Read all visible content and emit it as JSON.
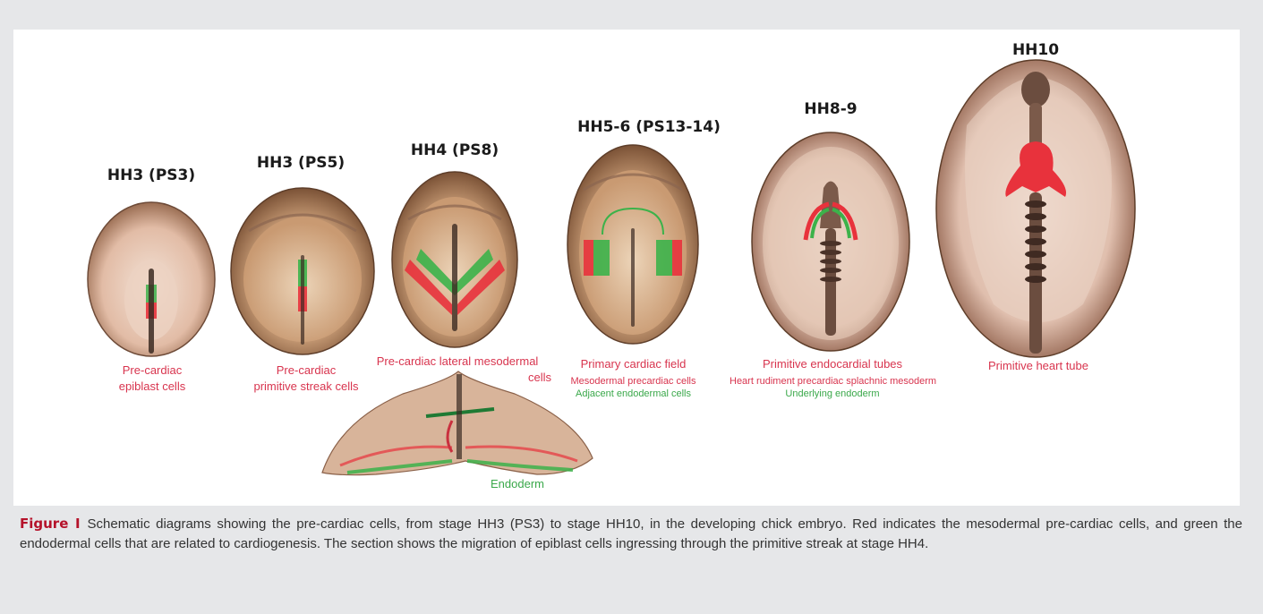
{
  "stages": [
    {
      "title": "HH3 (PS3)",
      "labels": [
        "Pre-cardiac",
        "epiblast cells"
      ]
    },
    {
      "title": "HH3 (PS5)",
      "labels": [
        "Pre-cardiac",
        "primitive streak cells"
      ]
    },
    {
      "title": "HH4 (PS8)",
      "labels": [
        "Pre-cardiac lateral mesodermal",
        "cells"
      ]
    },
    {
      "title": "HH5-6 (PS13-14)",
      "labels": [
        "Primary cardiac field"
      ],
      "sub_red": "Mesodermal precardiac cells",
      "sub_green": "Adjacent endodermal cells"
    },
    {
      "title": "HH8-9",
      "labels": [
        "Primitive endocardial tubes"
      ],
      "sub_red": "Heart rudiment precardiac splachnic mesoderm",
      "sub_green": "Underlying endoderm"
    },
    {
      "title": "HH10",
      "labels": [
        "Primitive heart tube"
      ]
    }
  ],
  "section": {
    "label": "Endoderm"
  },
  "caption": {
    "figure_label": "Figure I",
    "text": "Schematic diagrams showing the pre-cardiac cells, from stage HH3 (PS3) to stage HH10, in the developing chick embryo. Red indicates the mesodermal pre-cardiac cells, and green the endodermal cells that are related to cardiogenesis. The section shows the migration of epiblast cells ingressing through the primitive streak at stage HH4."
  },
  "colors": {
    "mesoderm": "#e8323c",
    "endoderm": "#3cb24a",
    "caption_label": "#b5122a"
  }
}
